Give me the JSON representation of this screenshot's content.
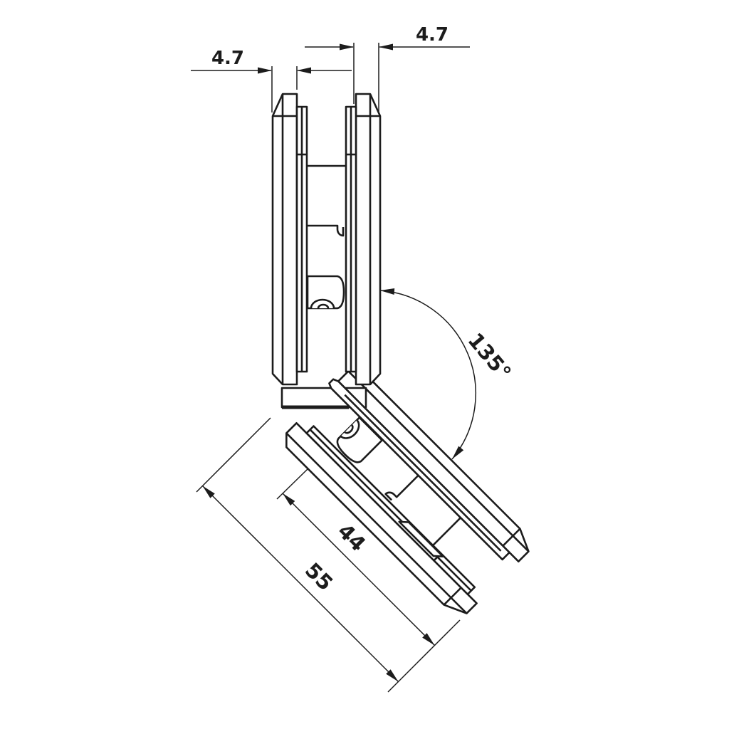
{
  "dimensions": {
    "glass_thickness_left": {
      "value": "4.7"
    },
    "glass_thickness_right": {
      "value": "4.7"
    },
    "opening_angle": {
      "value": "135°"
    },
    "clamp_body_length": {
      "value": "44"
    },
    "overall_length": {
      "value": "55"
    }
  },
  "colors": {
    "line": "#1c1c1c",
    "background": "#ffffff"
  }
}
